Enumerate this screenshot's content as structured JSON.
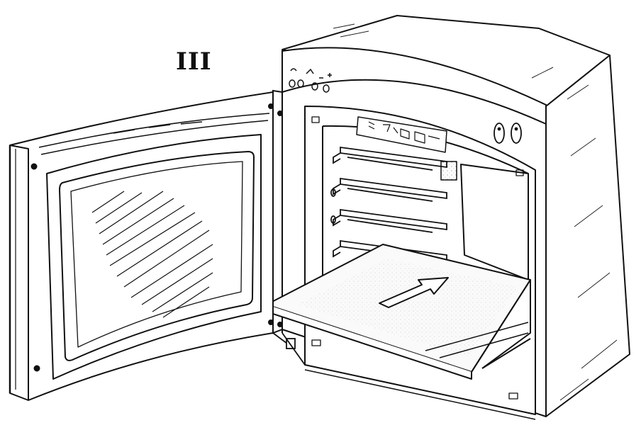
{
  "figure": {
    "numeral": "III"
  },
  "colors": {
    "ink": "#111111",
    "paper": "#ffffff"
  },
  "parts": {
    "door": "oven-door",
    "cavity": "oven-cavity",
    "shelf": "sliding-shelf",
    "control_panel": "control-panel"
  }
}
